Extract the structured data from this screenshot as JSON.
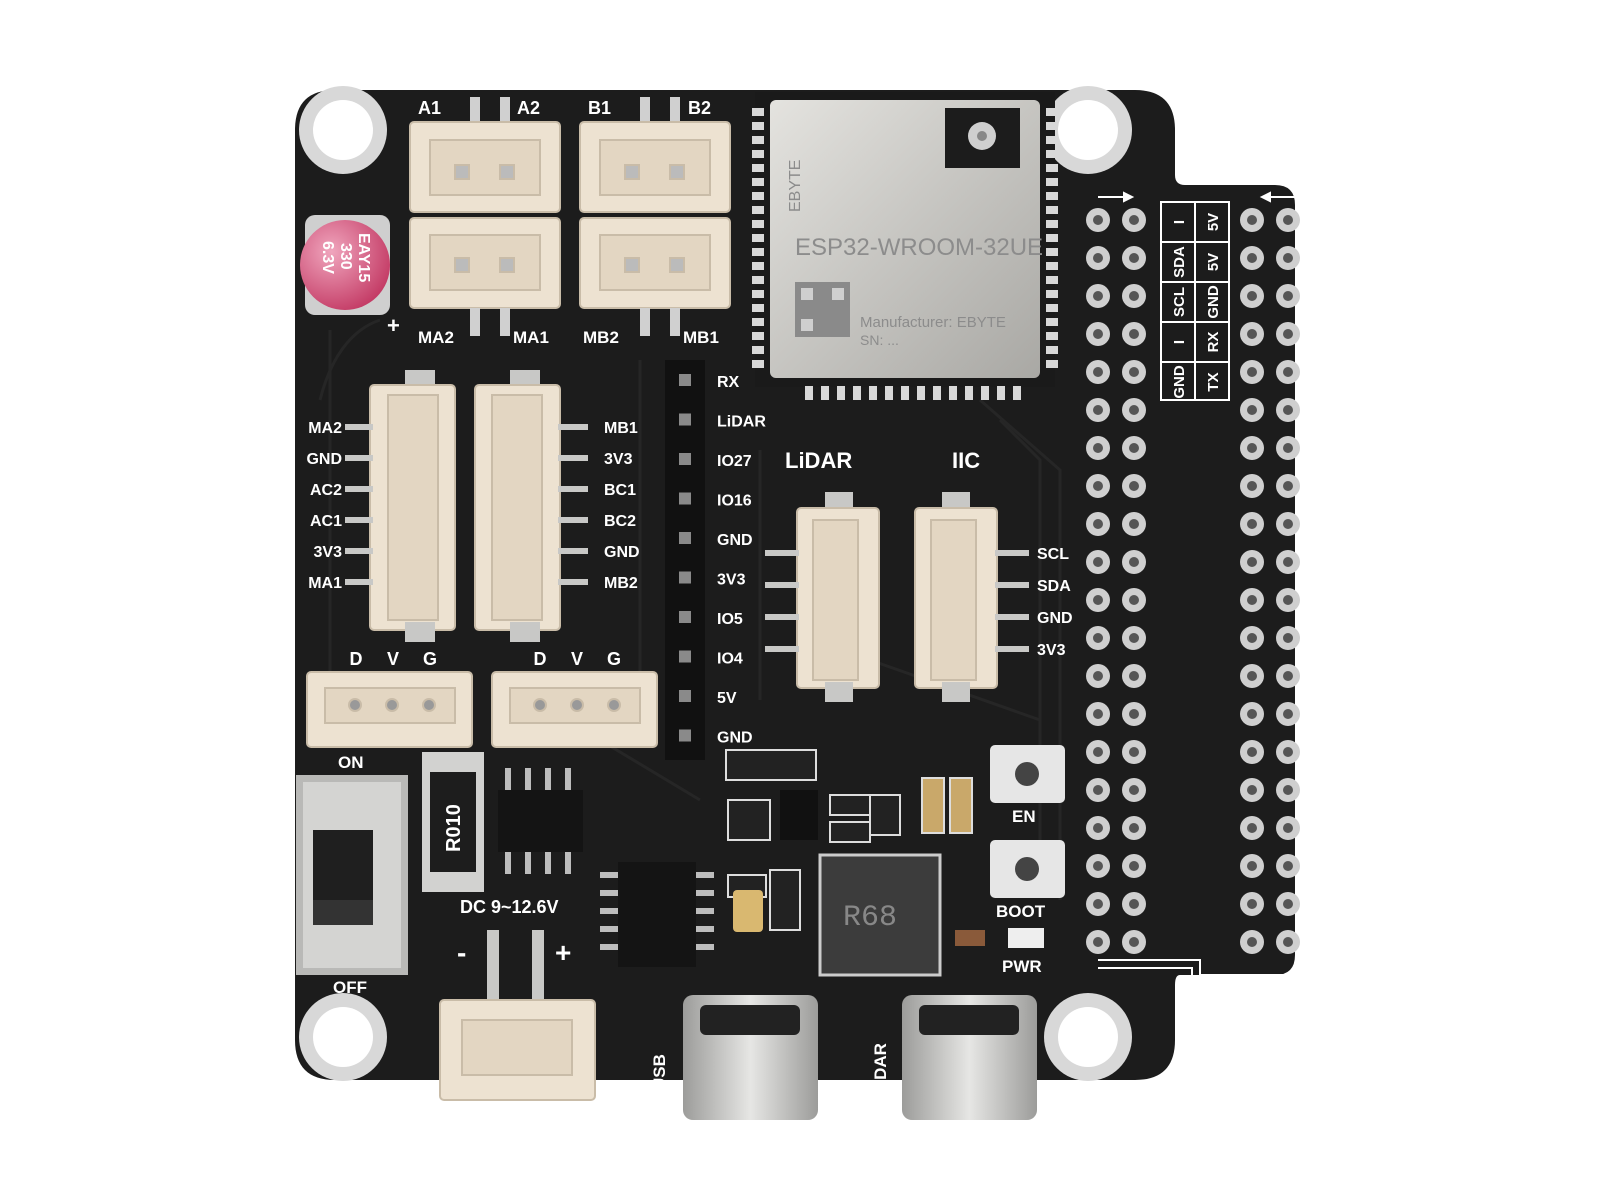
{
  "board": {
    "top_labels": {
      "a1": "A1",
      "a2": "A2",
      "b1": "B1",
      "b2": "B2",
      "ma2": "MA2",
      "ma1": "MA1",
      "mb2": "MB2",
      "mb1": "MB1"
    },
    "capacitor": {
      "line1": "EAY15",
      "line2": "330",
      "line3": "6.3V",
      "plus": "+"
    },
    "left_connector_pins": [
      "MA2",
      "GND",
      "AC2",
      "AC1",
      "3V3",
      "MA1"
    ],
    "right_connector_pins": [
      "MB1",
      "3V3",
      "BC1",
      "BC2",
      "GND",
      "MB2"
    ],
    "header_pins": [
      "RX",
      "LiDAR",
      "IO27",
      "IO16",
      "GND",
      "3V3",
      "IO5",
      "IO4",
      "5V",
      "GND"
    ],
    "lidar_label": "LiDAR",
    "iic_label": "IIC",
    "iic_pins": [
      "SCL",
      "SDA",
      "GND",
      "3V3"
    ],
    "servo_labels": {
      "d": "D",
      "v": "V",
      "g": "G"
    },
    "switch": {
      "on": "ON",
      "off": "OFF"
    },
    "resistor_text": "R010",
    "dc_label": "DC 9~12.6V",
    "power_plus": "+",
    "power_minus": "-",
    "inductor_text": "R68",
    "en_label": "EN",
    "boot_label": "BOOT",
    "pwr_label": "PWR",
    "usb_label": "USB",
    "lidar_usb_label": "LiDAR",
    "module": {
      "brand": "EBYTE",
      "model": "ESP32-WROOM-32UE",
      "manufacturer": "Manufacturer: EBYTE",
      "sn": "SN: ..."
    },
    "gpio_table": {
      "top_row": [
        "I",
        "SDA",
        "SCL",
        "I",
        "GND"
      ],
      "bottom_row": [
        "5V",
        "5V",
        "GND",
        "RX",
        "TX"
      ]
    },
    "colors": {
      "pcb": "#1c1c1c",
      "connector": "#ede2d1",
      "metal": "#c8c8c6",
      "silkscreen": "#ffffff",
      "capacitor": "#d24a72"
    }
  }
}
